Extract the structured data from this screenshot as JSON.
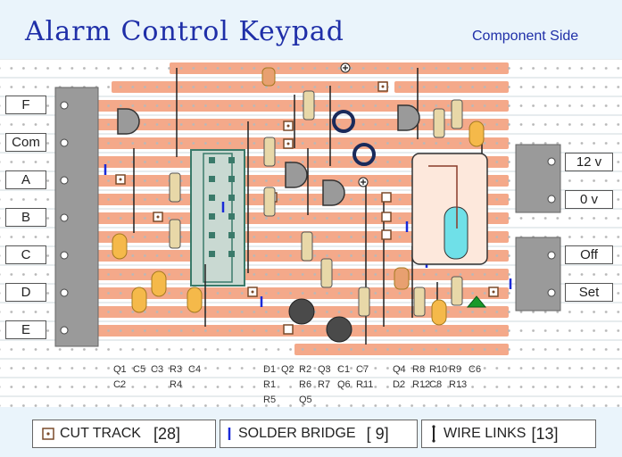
{
  "title": "Alarm Control Keypad",
  "subtitle": "Component Side",
  "left_labels": [
    "F",
    "Com",
    "A",
    "B",
    "C",
    "D",
    "E"
  ],
  "right_labels": [
    "12 v",
    "0 v",
    "Off",
    "Set"
  ],
  "component_columns": [
    {
      "lines": [
        "Q1",
        "C2",
        ""
      ]
    },
    {
      "lines": [
        "",
        "",
        "C5"
      ]
    },
    {
      "lines": [
        "",
        "",
        "C3"
      ]
    },
    {
      "lines": [
        "R3",
        "R4",
        ""
      ]
    },
    {
      "lines": [
        "",
        "",
        "C4"
      ]
    },
    {
      "lines": [
        "D1",
        "R1",
        "R5"
      ]
    },
    {
      "lines": [
        "",
        "Q2",
        ""
      ]
    },
    {
      "lines": [
        "R2",
        "R6",
        "Q5"
      ]
    },
    {
      "lines": [
        "Q3",
        "R7",
        ""
      ]
    },
    {
      "lines": [
        "C1",
        "",
        "Q6"
      ]
    },
    {
      "lines": [
        "C7",
        "",
        "R11"
      ]
    },
    {
      "lines": [
        "Q4",
        "",
        "D2"
      ]
    },
    {
      "lines": [
        "R8",
        "",
        "R12"
      ]
    },
    {
      "lines": [
        "R10",
        "",
        "C8"
      ]
    },
    {
      "lines": [
        "R9",
        "",
        "R13"
      ]
    },
    {
      "lines": [
        "C6",
        "",
        ""
      ]
    }
  ],
  "legend": {
    "cut_track_label": "CUT TRACK",
    "cut_track_count": "[28]",
    "solder_bridge_label": "SOLDER BRIDGE",
    "solder_bridge_count": "[ 9]",
    "wire_links_label": "WIRE LINKS",
    "wire_links_count": "[13]"
  },
  "colors": {
    "title": "#1f2fa8",
    "track": "#f4a98a",
    "board": "#ffffff",
    "header": "#9a9a9a",
    "cap": "#f5b94a",
    "transistor": "#4a4a4a",
    "ic": "#3a7a6a",
    "relay": "#6fe0e8",
    "diode": "#1a9a2a",
    "solder_bridge": "#1a2ad8"
  },
  "icons": [
    "cut-track-icon",
    "solder-bridge-icon",
    "wire-link-icon",
    "transistor-icon",
    "resistor-icon",
    "capacitor-icon",
    "ic-icon",
    "relay-icon",
    "led-icon"
  ]
}
